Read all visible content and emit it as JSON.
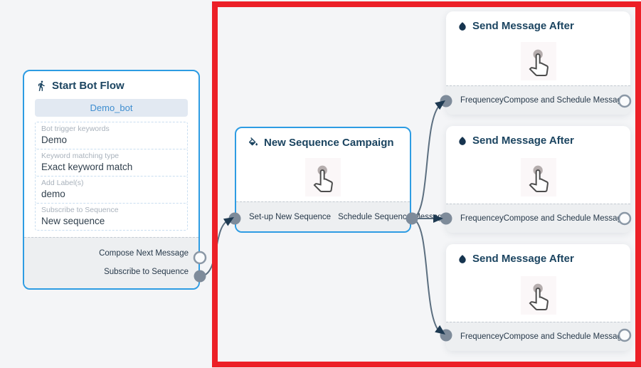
{
  "canvas": {
    "background_color": "#f4f5f7",
    "highlight_color": "#ec2027",
    "wire_color": "#5c6f80",
    "arrow_color": "#1e3a52",
    "port_fill_color": "#7e8b9a",
    "node_border_color": "#2d9ce3",
    "title_color": "#1b4460"
  },
  "nodes": {
    "start_bot_flow": {
      "title": "Start Bot Flow",
      "icon": "walking-person-icon",
      "bot_name": "Demo_bot",
      "fields": [
        {
          "label": "Bot trigger keywords",
          "value": "Demo"
        },
        {
          "label": "Keyword matching type",
          "value": "Exact keyword match"
        },
        {
          "label": "Add Label(s)",
          "value": "demo"
        },
        {
          "label": "Subscribe to Sequence",
          "value": "New sequence"
        }
      ],
      "outputs": [
        {
          "label": "Compose Next Message",
          "connected": false
        },
        {
          "label": "Subscribe to Sequence",
          "connected": true
        }
      ]
    },
    "new_sequence_campaign": {
      "title": "New Sequence Campaign",
      "icon": "paint-bucket-icon",
      "body_icon": "tap-hand-icon",
      "footer_left": "Set-up New Sequence",
      "footer_right": "Schedule Sequence Message"
    },
    "send_message_after": {
      "title": "Send Message After",
      "icon": "water-drop-icon",
      "body_icon": "tap-hand-icon",
      "footer_left": "Frequencey",
      "footer_right": "Compose and Schedule Message",
      "instance_count": 3
    }
  }
}
